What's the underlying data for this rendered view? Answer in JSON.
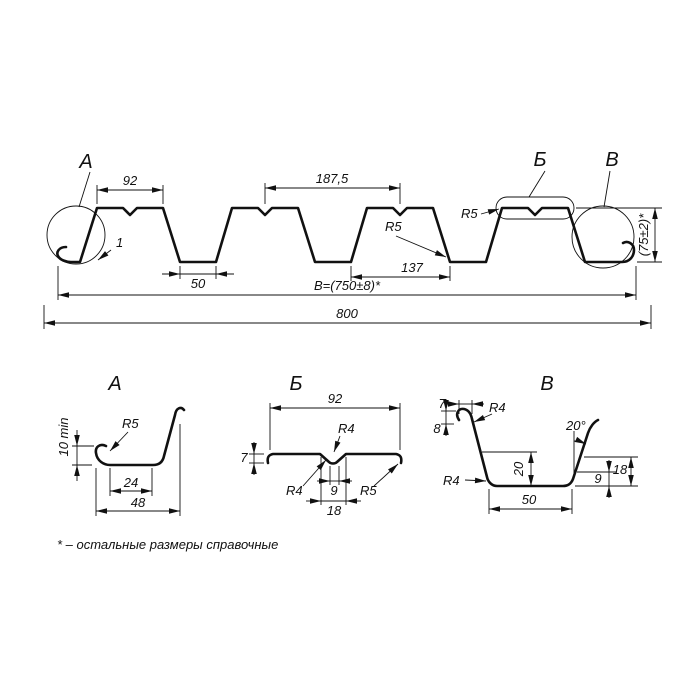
{
  "main": {
    "label_a": "A",
    "label_b": "Б",
    "label_v": "В",
    "dim_flange": "92",
    "dim_pitch": "187,5",
    "dim_r5_web": "R5",
    "dim_r5_corner": "R5",
    "dim_height": "(75±2)*",
    "dim_thickness": "1",
    "dim_bottom_flange": "50",
    "dim_rib_base": "137",
    "dim_cover_width": "B=(750±8)*",
    "dim_overall_width": "800"
  },
  "detail_a": {
    "title": "A",
    "dim_lip_height": "10 min",
    "dim_radius": "R5",
    "dim_flat": "24",
    "dim_total": "48"
  },
  "detail_b": {
    "title": "Б",
    "dim_width": "92",
    "dim_radius_top": "R4",
    "dim_depth": "7",
    "dim_radius_left": "R4",
    "dim_notch_bottom": "9",
    "dim_radius_end": "R5",
    "dim_notch_top": "18"
  },
  "detail_v": {
    "title": "В",
    "dim_hook_width": "7",
    "dim_hook_radius": "R4",
    "dim_hook_height": "8",
    "dim_angle": "20°",
    "dim_depth": "20",
    "dim_corner_radius": "R4",
    "dim_offset": "9",
    "dim_height": "18",
    "dim_width": "50"
  },
  "footnote": "* – остальные размеры справочные"
}
